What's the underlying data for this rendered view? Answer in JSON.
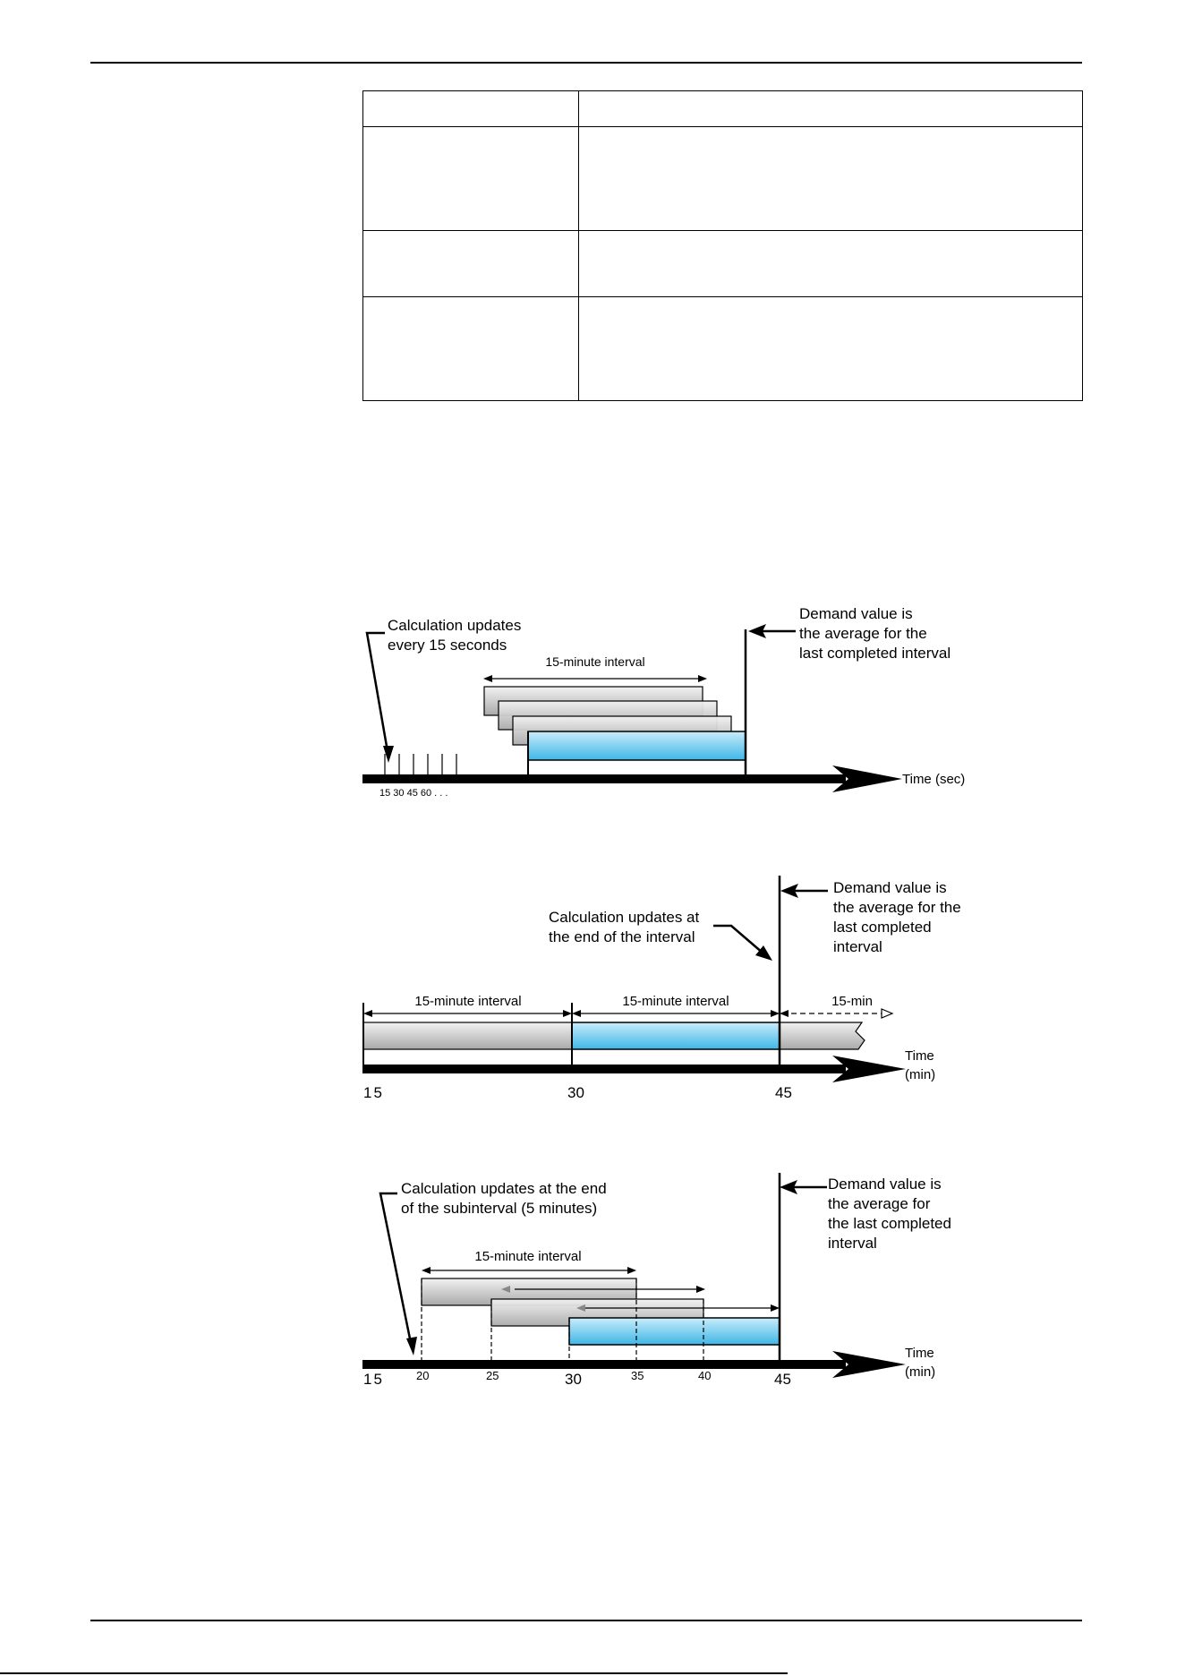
{
  "table": {
    "rows": [
      {
        "col1": "",
        "col2": ""
      },
      {
        "col1": "",
        "col2": ""
      },
      {
        "col1": "",
        "col2": ""
      },
      {
        "col1": "",
        "col2": ""
      }
    ]
  },
  "diagram1": {
    "callout_left": [
      "Calculation updates",
      "every 15 seconds"
    ],
    "callout_right": [
      "Demand value is",
      "the average for the",
      "last completed interval"
    ],
    "interval_label": "15-minute interval",
    "axis_label": "Time (sec)",
    "tick_labels": "15 30 45 60  . . ."
  },
  "diagram2": {
    "callout_left": [
      "Calculation updates at",
      "the end of the interval"
    ],
    "callout_right": [
      "Demand value is",
      "the average for the",
      "last completed",
      "interval"
    ],
    "interval_labels": [
      "15-minute interval",
      "15-minute interval",
      "15-min"
    ],
    "axis_label": [
      "Time",
      "(min)"
    ],
    "tick_labels": [
      "15",
      "30",
      "45"
    ]
  },
  "diagram3": {
    "callout_left": [
      "Calculation updates at the end",
      "of the subinterval (5 minutes)"
    ],
    "callout_right": [
      "Demand value is",
      "the average for",
      "the last completed",
      "interval"
    ],
    "interval_label": "15-minute interval",
    "axis_label": [
      "Time",
      "(min)"
    ],
    "major_ticks": [
      "15",
      "30",
      "45"
    ],
    "minor_ticks": [
      "20",
      "25",
      "35",
      "40"
    ]
  },
  "colors": {
    "gray_fill_top": "#f2f2f2",
    "gray_fill_bottom": "#a9a9a9",
    "blue_fill_top": "#c9ecfb",
    "blue_fill_bottom": "#3fb6e6",
    "axis": "#000000"
  }
}
